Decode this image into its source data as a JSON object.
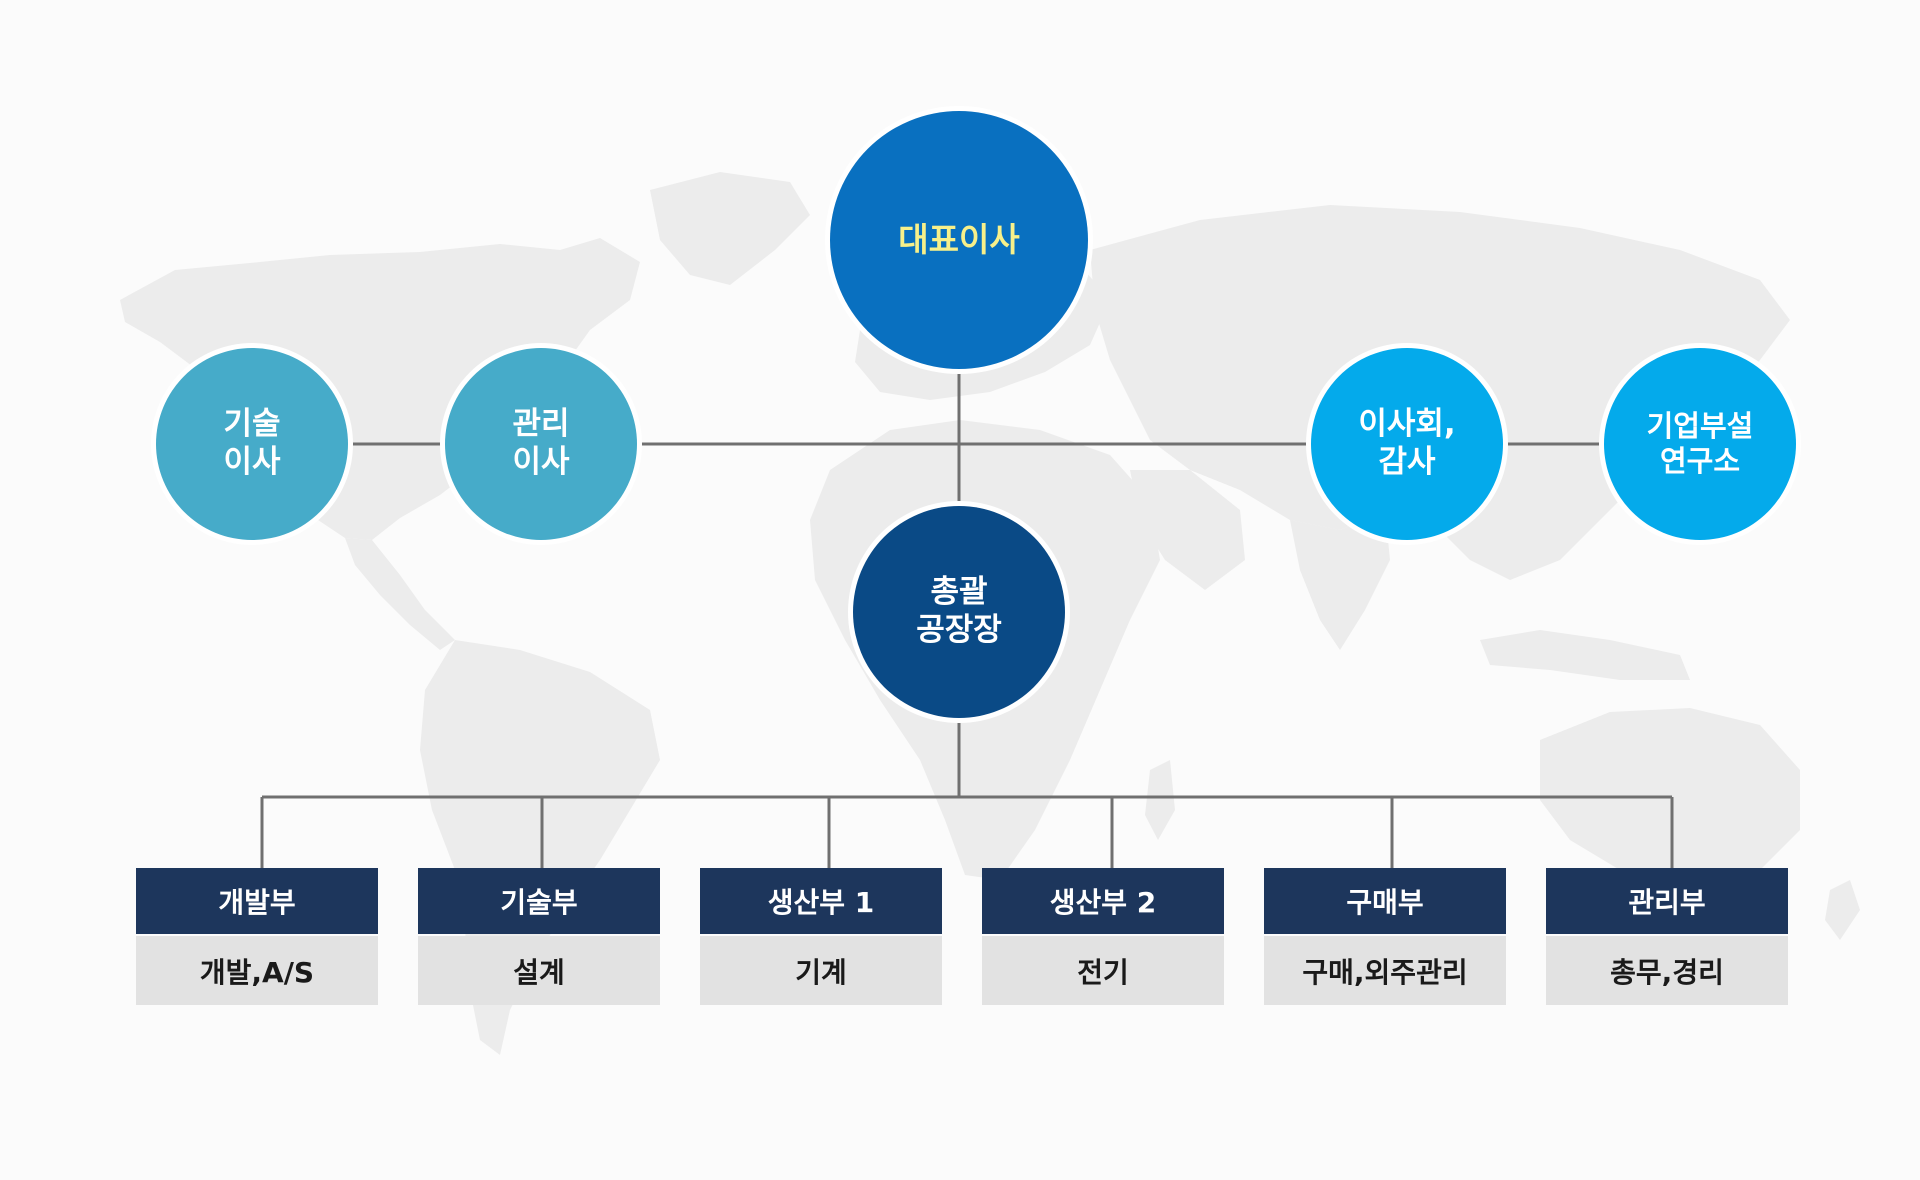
{
  "colors": {
    "background": "#fbfbfb",
    "map_fill": "#ededed",
    "connector": "#707070",
    "ceo_fill": "#0970c0",
    "ceo_text": "#f7f08a",
    "plant_fill": "#0a4a86",
    "director_fill": "#46abc9",
    "board_fill": "#04aaeb",
    "dept_header_fill": "#1d365c",
    "dept_body_fill": "#e2e2e2"
  },
  "org": {
    "ceo": {
      "label": "대표이사"
    },
    "left_nodes": [
      {
        "lines": [
          "기술",
          "이사"
        ]
      },
      {
        "lines": [
          "관리",
          "이사"
        ]
      }
    ],
    "right_nodes": [
      {
        "lines": [
          "이사회,",
          "감사"
        ]
      },
      {
        "lines": [
          "기업부설",
          "연구소"
        ]
      }
    ],
    "plant_manager": {
      "lines": [
        "총괄",
        "공장장"
      ]
    },
    "departments": [
      {
        "name": "개발부",
        "duty": "개발,A/S"
      },
      {
        "name": "기술부",
        "duty": "설계"
      },
      {
        "name": "생산부 1",
        "duty": "기계"
      },
      {
        "name": "생산부 2",
        "duty": "전기"
      },
      {
        "name": "구매부",
        "duty": "구매,외주관리"
      },
      {
        "name": "관리부",
        "duty": "총무,경리"
      }
    ]
  }
}
